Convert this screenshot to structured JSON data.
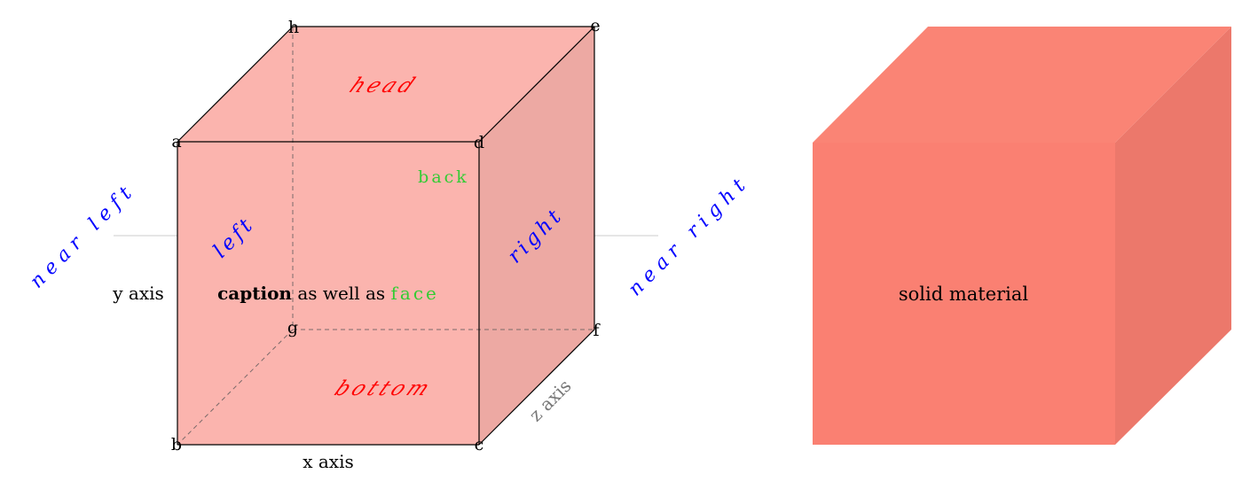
{
  "left_figure": {
    "vertices": {
      "a": "a",
      "b": "b",
      "c": "c",
      "d": "d",
      "e": "e",
      "f": "f",
      "g": "g",
      "h": "h"
    },
    "faces": {
      "head": "head",
      "bottom": "bottom",
      "left": "left",
      "right": "right",
      "back": "back"
    },
    "near_labels": {
      "near_left": "near left",
      "near_right": "near right"
    },
    "axes": {
      "x": "x axis",
      "y": "y axis",
      "z": "z axis"
    },
    "caption": {
      "bold": "caption",
      "middle": "as well as",
      "face_word": "face"
    },
    "colors": {
      "face_fill": "#fbb4ae",
      "right_face_fill": "#eda9a3",
      "face_label": "#ff0000",
      "near_label": "#0000ff",
      "back_and_face_word": "#33cc33",
      "edge": "#000000",
      "hidden_edge": "#7a6a6a",
      "z_axis_label": "#777777",
      "guide_line": "#cccccc"
    }
  },
  "right_figure": {
    "label": "solid material",
    "colors": {
      "front": "#fa8072",
      "top": "#fa8475",
      "side": "#ec786b"
    }
  }
}
